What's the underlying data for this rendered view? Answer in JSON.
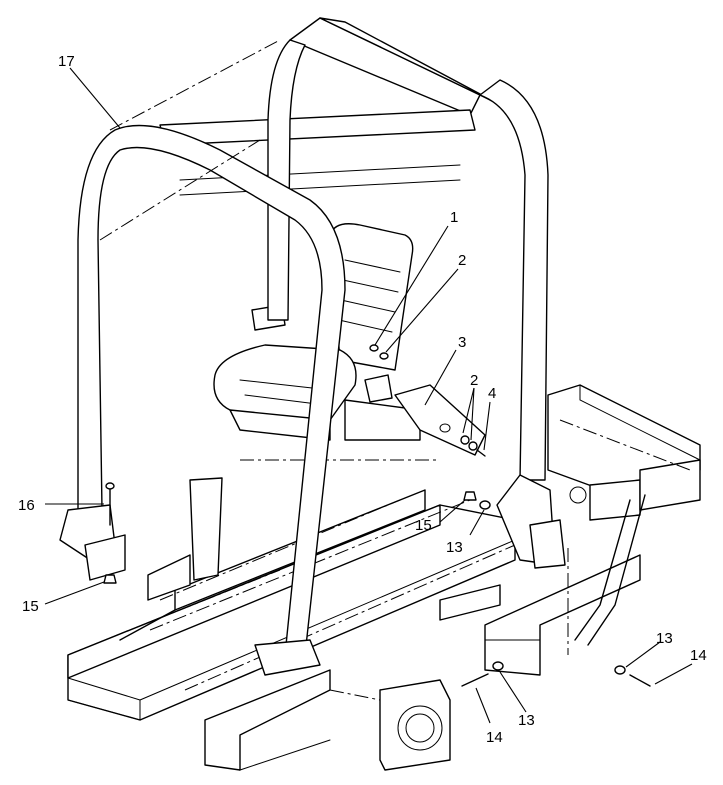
{
  "callouts": [
    {
      "id": "c17",
      "label": "17"
    },
    {
      "id": "c1",
      "label": "1"
    },
    {
      "id": "c2a",
      "label": "2"
    },
    {
      "id": "c3",
      "label": "3"
    },
    {
      "id": "c2b",
      "label": "2"
    },
    {
      "id": "c4",
      "label": "4"
    },
    {
      "id": "c16",
      "label": "16"
    },
    {
      "id": "c15a",
      "label": "15"
    },
    {
      "id": "c13a",
      "label": "13"
    },
    {
      "id": "c15b",
      "label": "15"
    },
    {
      "id": "c13b",
      "label": "13"
    },
    {
      "id": "c14a",
      "label": "14"
    },
    {
      "id": "c13c",
      "label": "13"
    },
    {
      "id": "c14b",
      "label": "14"
    }
  ]
}
